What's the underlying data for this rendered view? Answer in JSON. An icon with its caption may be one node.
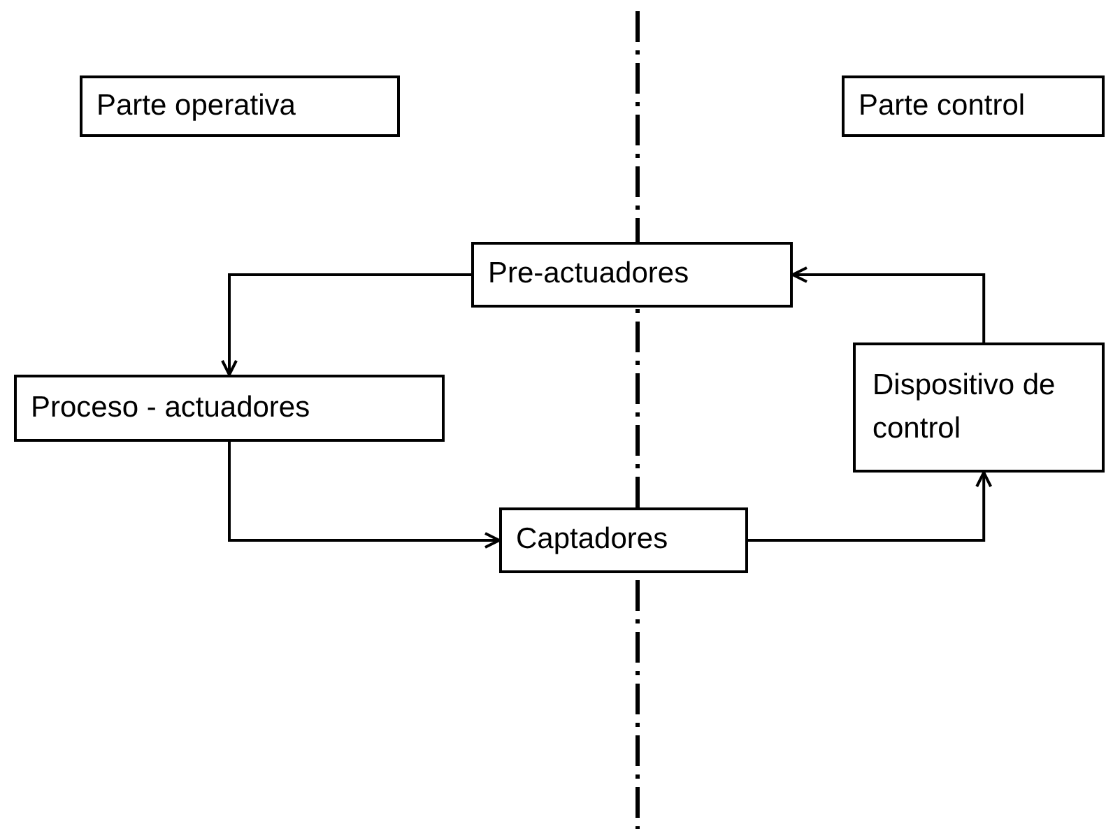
{
  "diagram": {
    "nodes": [
      {
        "text": [
          "Parte operativa"
        ]
      },
      {
        "text": [
          "Parte control"
        ]
      },
      {
        "text": [
          "Pre-actuadores"
        ]
      },
      {
        "text": [
          "Proceso - actuadores"
        ]
      },
      {
        "text": [
          "Dispositivo de control"
        ]
      },
      {
        "text": [
          "Captadores"
        ]
      }
    ],
    "edges": [
      {
        "from": 4,
        "to": 2,
        "arrow": "to"
      },
      {
        "from": 2,
        "to": 3,
        "arrow": "to"
      },
      {
        "from": 3,
        "to": 5,
        "arrow": "to"
      },
      {
        "from": 5,
        "to": 4,
        "arrow": "to"
      }
    ]
  }
}
